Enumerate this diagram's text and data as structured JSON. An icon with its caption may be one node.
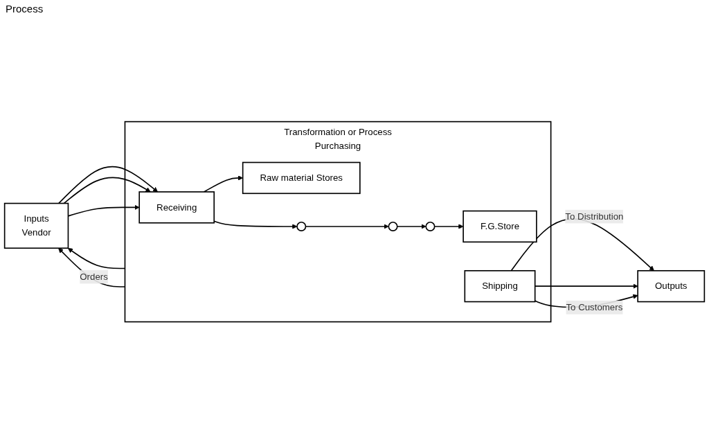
{
  "diagram": {
    "nodes": [
      {
        "text": [
          "Inputs",
          "Vendor"
        ]
      },
      {
        "text": [
          "Transformation or Process",
          "Purchasing"
        ]
      },
      {
        "text": [
          "Receiving"
        ],
        "in": 1
      },
      {
        "text": [
          "Raw material Stores"
        ],
        "in": 1
      },
      {
        "text": [],
        "shape": "circle",
        "in": 1
      },
      {
        "text": [],
        "shape": "circle",
        "in": 1
      },
      {
        "text": [],
        "shape": "circle",
        "in": 1
      },
      {
        "text": [
          "F.G.Store"
        ],
        "in": 1
      },
      {
        "text": [
          "Shipping"
        ],
        "in": 1
      },
      {
        "text": [
          "Outputs"
        ]
      }
    ],
    "edges": [
      {
        "from": 1,
        "to": 0,
        "arrow": "to",
        "label": "Orders"
      },
      {
        "from": 1,
        "to": 0,
        "arrow": "to"
      },
      {
        "from": 0,
        "to": 2,
        "arrow": "to"
      },
      {
        "from": 0,
        "to": 2,
        "arrow": "to"
      },
      {
        "from": 0,
        "to": 2,
        "arrow": "to"
      },
      {
        "from": 2,
        "to": 3,
        "arrow": "to"
      },
      {
        "from": 2,
        "to": 4,
        "arrow": "to"
      },
      {
        "from": 4,
        "to": 5,
        "arrow": "to"
      },
      {
        "from": 5,
        "to": 6,
        "arrow": "to"
      },
      {
        "from": 6,
        "to": 7,
        "arrow": "to"
      },
      {
        "from": 8,
        "to": 9,
        "arrow": "to",
        "label": "To Distribution"
      },
      {
        "from": 8,
        "to": 9,
        "arrow": "to"
      },
      {
        "from": 8,
        "to": 9,
        "arrow": "to",
        "label": "To Customers"
      }
    ],
    "labels": [
      "Process"
    ]
  }
}
